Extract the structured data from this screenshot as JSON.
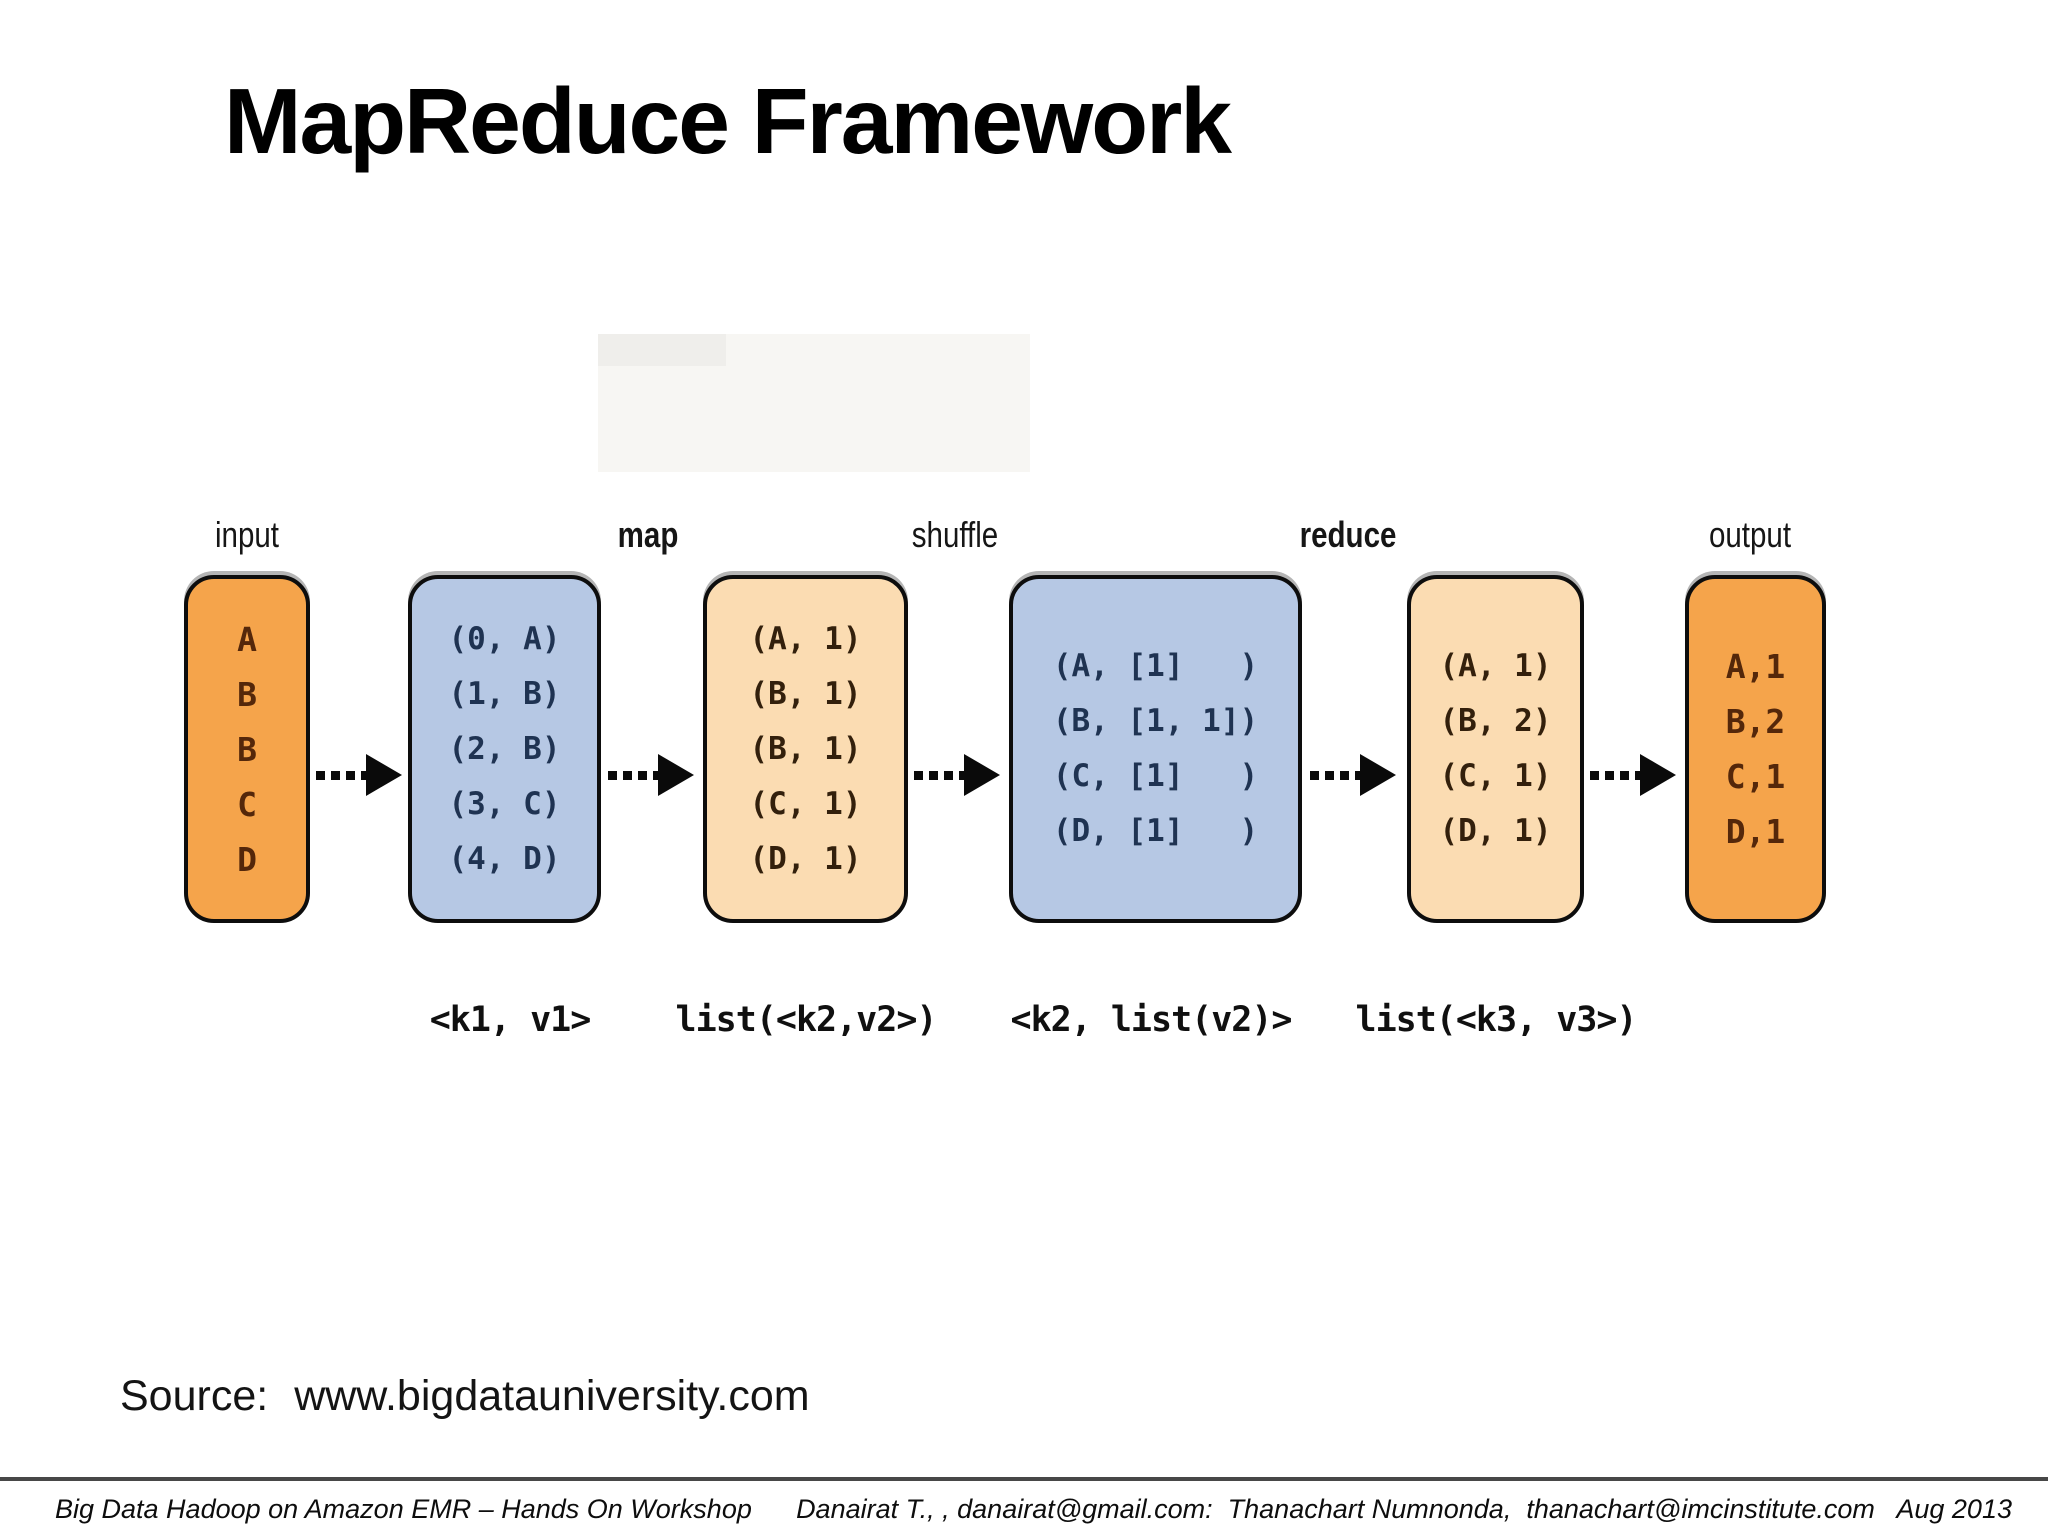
{
  "slide": {
    "title": "MapReduce Framework",
    "source_label": "Source:",
    "source_value": "www.bigdatauniversity.com",
    "footer_left": "Big Data Hadoop on Amazon EMR – Hands On Workshop",
    "footer_right": "Danairat T., , danairat@gmail.com:  Thanachart Numnonda,  thanachart@imcinstitute.com   Aug 2013"
  },
  "diagram": {
    "stage_labels": [
      {
        "text": "input"
      },
      {
        "text": "map"
      },
      {
        "text": "shuffle"
      },
      {
        "text": "reduce"
      },
      {
        "text": "output"
      }
    ],
    "boxes": [
      {
        "name": "input",
        "rows": [
          "A",
          "B",
          "B",
          "C",
          "D"
        ]
      },
      {
        "name": "map-input",
        "rows": [
          "(0, A)",
          "(1, B)",
          "(2, B)",
          "(3, C)",
          "(4, D)"
        ]
      },
      {
        "name": "map-output",
        "rows": [
          "(A, 1)",
          "(B, 1)",
          "(B, 1)",
          "(C, 1)",
          "(D, 1)"
        ]
      },
      {
        "name": "shuffle-output",
        "rows": [
          "(A, [1]   )",
          "(B, [1, 1])",
          "(C, [1]   )",
          "(D, [1]   )"
        ]
      },
      {
        "name": "reduce-output",
        "rows": [
          "(A, 1)",
          "(B, 2)",
          "(C, 1)",
          "(D, 1)"
        ]
      },
      {
        "name": "output",
        "rows": [
          "A,1",
          "B,2",
          "C,1",
          "D,1"
        ]
      }
    ],
    "type_signatures": [
      "<k1, v1>",
      "list(<k2,v2>)",
      "<k2, list(v2)>",
      "list(<k3, v3>)"
    ]
  },
  "colors": {
    "box_orange": "#f5a44b",
    "box_blue": "#b6c8e4",
    "box_cream": "#fbdcb2",
    "box_border": "#0d0d0d",
    "text_navy": "#1f3352",
    "text_brown": "#54270a",
    "text_cream_box": "#33200c",
    "arrow_black": "#0a0a0a",
    "footer_rule": "#474747"
  }
}
